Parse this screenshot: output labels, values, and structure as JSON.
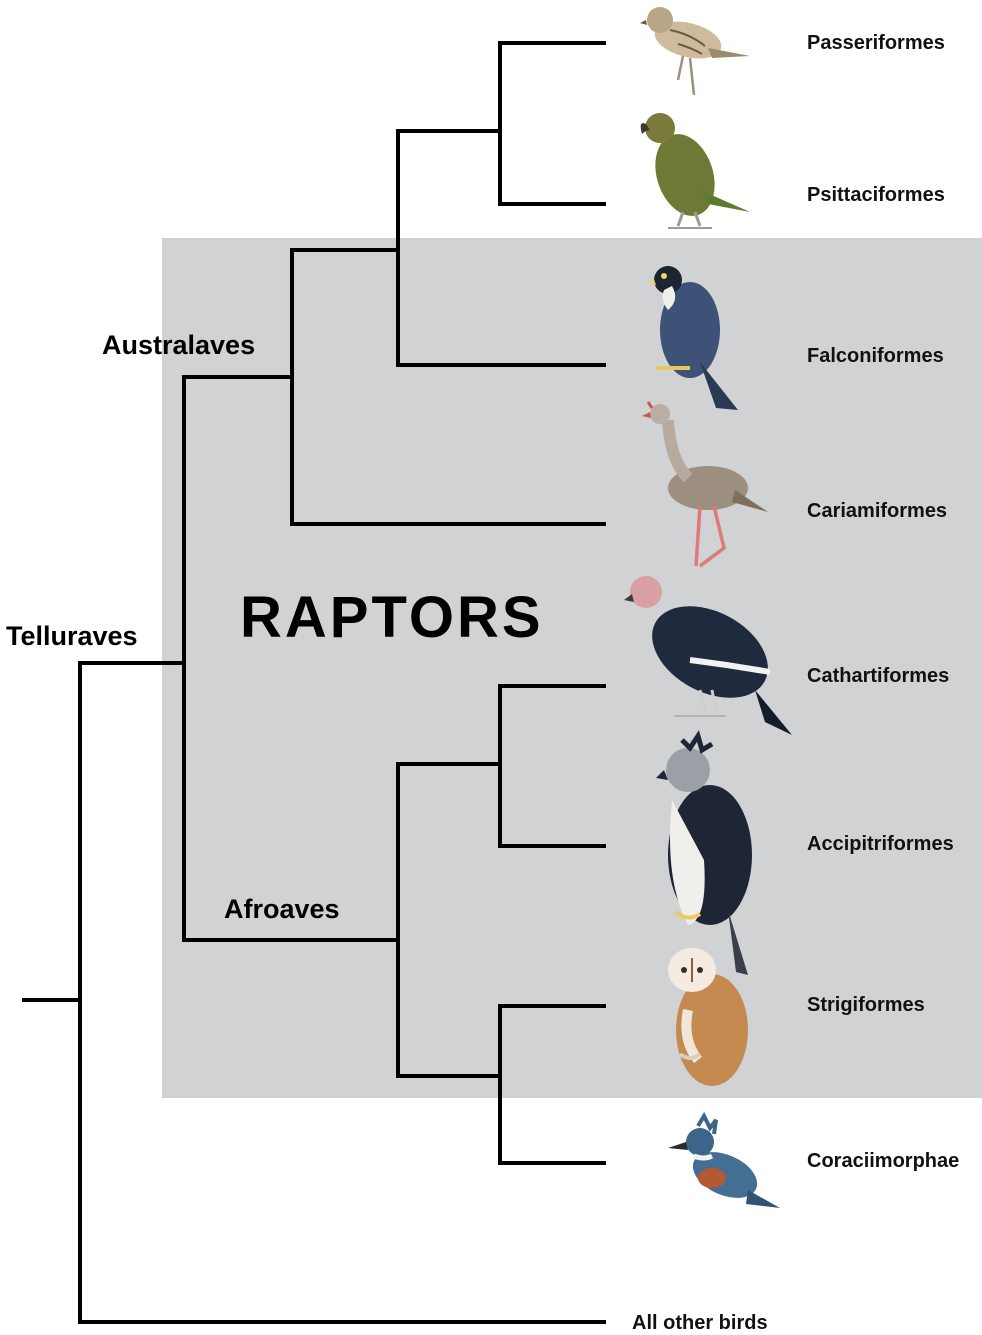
{
  "highlight": {
    "label": "RAPTORS",
    "color": "#d1d2d4"
  },
  "clades": {
    "telluraves": "Telluraves",
    "australaves": "Australaves",
    "afroaves": "Afroaves"
  },
  "taxa": [
    {
      "label": "Passeriformes",
      "icon": "sparrow-illustration"
    },
    {
      "label": "Psittaciformes",
      "icon": "kea-parrot-illustration"
    },
    {
      "label": "Falconiformes",
      "icon": "falcon-illustration"
    },
    {
      "label": "Cariamiformes",
      "icon": "seriema-illustration"
    },
    {
      "label": "Cathartiformes",
      "icon": "condor-illustration"
    },
    {
      "label": "Accipitriformes",
      "icon": "harpy-eagle-illustration"
    },
    {
      "label": "Strigiformes",
      "icon": "barn-owl-illustration"
    },
    {
      "label": "Coraciimorphae",
      "icon": "kingfisher-illustration"
    }
  ],
  "outgroup": {
    "label": "All other birds"
  }
}
